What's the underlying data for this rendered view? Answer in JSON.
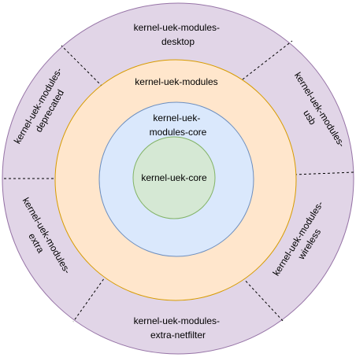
{
  "rings": {
    "outer": {
      "fill": "#e1d5e7",
      "stroke": "#9673a6"
    },
    "modules": {
      "fill": "#ffe6cc",
      "stroke": "#d79b00",
      "label": "kernel-uek-modules"
    },
    "modules_core": {
      "fill": "#dae8fc",
      "stroke": "#6c8ebf",
      "label_line1": "kernel-uek-",
      "label_line2": "modules-core"
    },
    "core": {
      "fill": "#d5e8d4",
      "stroke": "#82b366",
      "label": "kernel-uek-core"
    }
  },
  "segments": {
    "desktop": {
      "line1": "kernel-uek-modules-",
      "line2": "desktop"
    },
    "usb": {
      "line1": "kernel-uek-modules-",
      "line2": "usb"
    },
    "wireless": {
      "line1": "kernel-uek-modules-",
      "line2": "wireless"
    },
    "extra_netfilter": {
      "line1": "kernel-uek-modules-",
      "line2": "extra-netfilter"
    },
    "extra": {
      "line1": "kernel-uek-modules-",
      "line2": "extra"
    },
    "deprecated": {
      "line1": "kernel-uek-modules-",
      "line2": "deprecated"
    }
  },
  "divider_style": "dashed"
}
